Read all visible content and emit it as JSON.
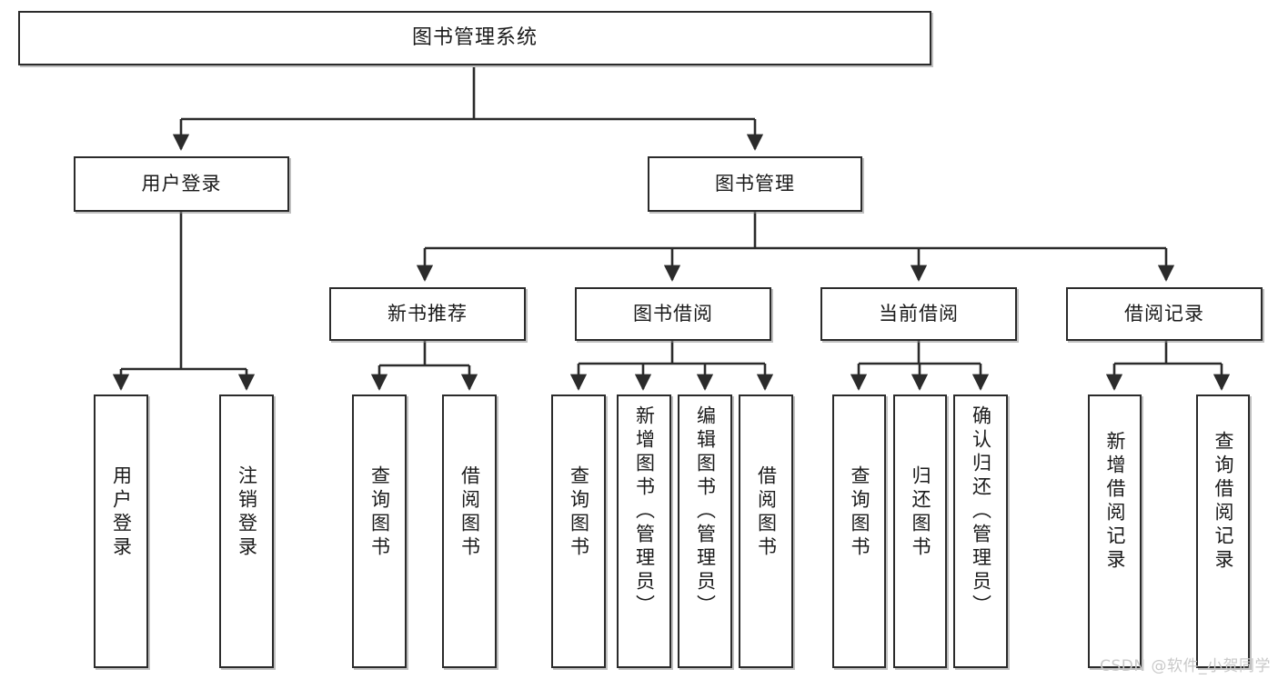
{
  "diagram": {
    "type": "tree-hierarchy",
    "title": "图书管理系统",
    "watermark": "CSDN @软件_小贺同学",
    "theme": {
      "background": "#ffffff",
      "box_border": "#2b2b2b",
      "box_fill": "#ffffff",
      "edge_color": "#2b2b2b",
      "watermark_color": "#c9c9c9"
    },
    "nodes": {
      "root": {
        "label": "图书管理系统"
      },
      "level2": [
        {
          "id": "user-login",
          "label": "用户登录"
        },
        {
          "id": "book-manage",
          "label": "图书管理"
        }
      ],
      "level3": [
        {
          "id": "new-book-rec",
          "label": "新书推荐"
        },
        {
          "id": "book-borrow",
          "label": "图书借阅"
        },
        {
          "id": "current-borrow",
          "label": "当前借阅"
        },
        {
          "id": "borrow-record",
          "label": "借阅记录"
        }
      ],
      "leaves": [
        {
          "id": "leaf-user-login",
          "label": "用户登录"
        },
        {
          "id": "leaf-logout-login",
          "label": "注销登录"
        },
        {
          "id": "leaf-query-book-1",
          "label": "查询图书"
        },
        {
          "id": "leaf-borrow-book-1",
          "label": "借阅图书"
        },
        {
          "id": "leaf-query-book-2",
          "label": "查询图书"
        },
        {
          "id": "leaf-add-book-admin",
          "label": "新增图书（管理员）"
        },
        {
          "id": "leaf-edit-book-admin",
          "label": "编辑图书（管理员）"
        },
        {
          "id": "leaf-borrow-book-2",
          "label": "借阅图书"
        },
        {
          "id": "leaf-query-book-3",
          "label": "查询图书"
        },
        {
          "id": "leaf-return-book",
          "label": "归还图书"
        },
        {
          "id": "leaf-confirm-return-admin",
          "label": "确认归还（管理员）"
        },
        {
          "id": "leaf-add-borrow-record",
          "label": "新增借阅记录"
        },
        {
          "id": "leaf-query-borrow-record",
          "label": "查询借阅记录"
        }
      ]
    },
    "edges": [
      {
        "from": "root",
        "to": "user-login"
      },
      {
        "from": "root",
        "to": "book-manage"
      },
      {
        "from": "user-login",
        "to": "leaf-user-login"
      },
      {
        "from": "user-login",
        "to": "leaf-logout-login"
      },
      {
        "from": "book-manage",
        "to": "new-book-rec"
      },
      {
        "from": "book-manage",
        "to": "book-borrow"
      },
      {
        "from": "book-manage",
        "to": "current-borrow"
      },
      {
        "from": "book-manage",
        "to": "borrow-record"
      },
      {
        "from": "new-book-rec",
        "to": "leaf-query-book-1"
      },
      {
        "from": "new-book-rec",
        "to": "leaf-borrow-book-1"
      },
      {
        "from": "book-borrow",
        "to": "leaf-query-book-2"
      },
      {
        "from": "book-borrow",
        "to": "leaf-add-book-admin"
      },
      {
        "from": "book-borrow",
        "to": "leaf-edit-book-admin"
      },
      {
        "from": "book-borrow",
        "to": "leaf-borrow-book-2"
      },
      {
        "from": "current-borrow",
        "to": "leaf-query-book-3"
      },
      {
        "from": "current-borrow",
        "to": "leaf-return-book"
      },
      {
        "from": "current-borrow",
        "to": "leaf-confirm-return-admin"
      },
      {
        "from": "borrow-record",
        "to": "leaf-add-borrow-record"
      },
      {
        "from": "borrow-record",
        "to": "leaf-query-borrow-record"
      }
    ]
  }
}
